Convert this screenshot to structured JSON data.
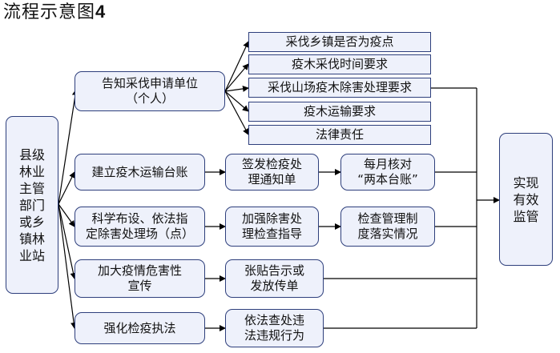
{
  "title": "流程示意图4",
  "title_main": "流程示意图",
  "title_num": "4",
  "root": "县级林业主管部门或乡镇林业站",
  "target": "实现有效监管",
  "branch1": {
    "node": "告知采伐申请单位（个人）",
    "node_line1": "告知采伐申请单位",
    "node_line2": "（个人）",
    "items": [
      "采伐乡镇是否为疫点",
      "疫木采伐时间要求",
      "采伐山场疫木除害处理要求",
      "疫木运输要求",
      "法律责任"
    ]
  },
  "branch2": {
    "node": "建立疫木运输台账",
    "step2_line1": "签发检疫处",
    "step2_line2": "理通知单",
    "step3_line1": "每月核对",
    "step3_line2": "“两本台账”"
  },
  "branch3": {
    "node_line1": "科学布设、依法指",
    "node_line2": "定除害处理场（点）",
    "step2_line1": "加强除害处",
    "step2_line2": "理检查指导",
    "step3_line1": "检查管理制",
    "step3_line2": "度落实情况"
  },
  "branch4": {
    "node_line1": "加大疫情危害性",
    "node_line2": "宣传",
    "step2_line1": "张贴告示或",
    "step2_line2": "发放传单"
  },
  "branch5": {
    "node": "强化检疫执法",
    "step2_line1": "依法查处违",
    "step2_line2": "法违规行为"
  },
  "colors": {
    "box_fill": "#eef1fb",
    "box_border": "#2e3f7c",
    "line": "#000000"
  }
}
